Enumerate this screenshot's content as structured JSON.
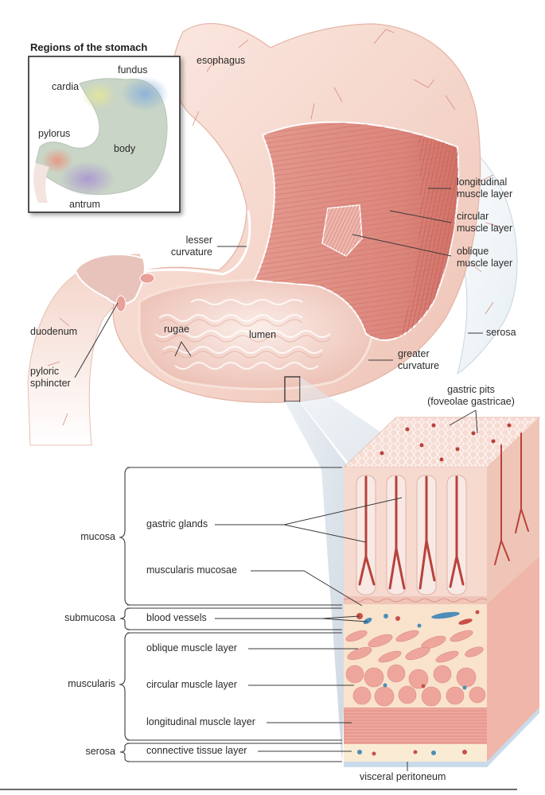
{
  "title": "Anatomy of the stomach",
  "inset": {
    "title": "Regions of the stomach",
    "regions": [
      {
        "label": "fundus",
        "color": "#8fb3d9"
      },
      {
        "label": "cardia",
        "color": "#dfe3a8"
      },
      {
        "label": "pylorus",
        "color": "#e9a08c"
      },
      {
        "label": "body",
        "color": "#b8cbb6"
      },
      {
        "label": "antrum",
        "color": "#b3a3cf"
      }
    ]
  },
  "stomach_labels": {
    "esophagus": "esophagus",
    "longitudinal": [
      "longitudinal",
      "muscle layer"
    ],
    "circular": [
      "circular",
      "muscle layer"
    ],
    "oblique": [
      "oblique",
      "muscle layer"
    ],
    "lesser_curvature": [
      "lesser",
      "curvature"
    ],
    "duodenum": "duodenum",
    "pyloric_sphincter": [
      "pyloric",
      "sphincter"
    ],
    "rugae": "rugae",
    "lumen": "lumen",
    "serosa": "serosa",
    "greater_curvature": [
      "greater",
      "curvature"
    ]
  },
  "cross_section": {
    "gastric_pits": [
      "gastric pits",
      "(foveolae gastricae)"
    ],
    "visceral_peritoneum": "visceral peritoneum",
    "layers": [
      {
        "group": "mucosa",
        "items": [
          "gastric glands",
          "muscularis mucosae"
        ]
      },
      {
        "group": "submucosa",
        "items": [
          "blood vessels"
        ]
      },
      {
        "group": "muscularis",
        "items": [
          "oblique muscle layer",
          "circular muscle layer",
          "longitudinal muscle layer"
        ]
      },
      {
        "group": "serosa",
        "items": [
          "connective tissue layer"
        ]
      }
    ]
  },
  "colors": {
    "tissue": "#f6d9cf",
    "tissue_dark": "#eab5a5",
    "muscle": "#dc8a80",
    "muscle_line": "#c96f66",
    "lumen": "#f4d2ca",
    "vessel": "#c9504a",
    "blue_vessel": "#4d8db8",
    "leader": "#3a3a3a",
    "zoom_cone": "#cfd9e2"
  }
}
